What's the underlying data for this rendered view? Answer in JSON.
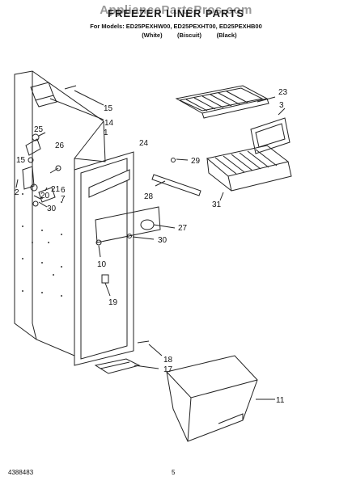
{
  "watermark": "AppliancePartsPros.com",
  "title": "FREEZER LINER PARTS",
  "models_line": "For Models: ED25PEXHW00, ED25PEXHT00, ED25PEXHB00",
  "variants": [
    "(White)",
    "(Biscuit)",
    "(Black)"
  ],
  "callouts": {
    "c1": "1",
    "c3": "3",
    "c6": "6",
    "c7": "7",
    "c10": "10",
    "c11": "11",
    "c14": "14",
    "c15a": "15",
    "c15b": "15",
    "c17": "17",
    "c18": "18",
    "c19": "19",
    "c20": "20",
    "c21": "21",
    "c2": "2",
    "c23": "23",
    "c24": "24",
    "c25": "25",
    "c26": "26",
    "c27": "27",
    "c28": "28",
    "c29": "29",
    "c30a": "30",
    "c30b": "30",
    "c31": "31"
  },
  "footer": {
    "doc_number": "4388483",
    "page": "5"
  }
}
